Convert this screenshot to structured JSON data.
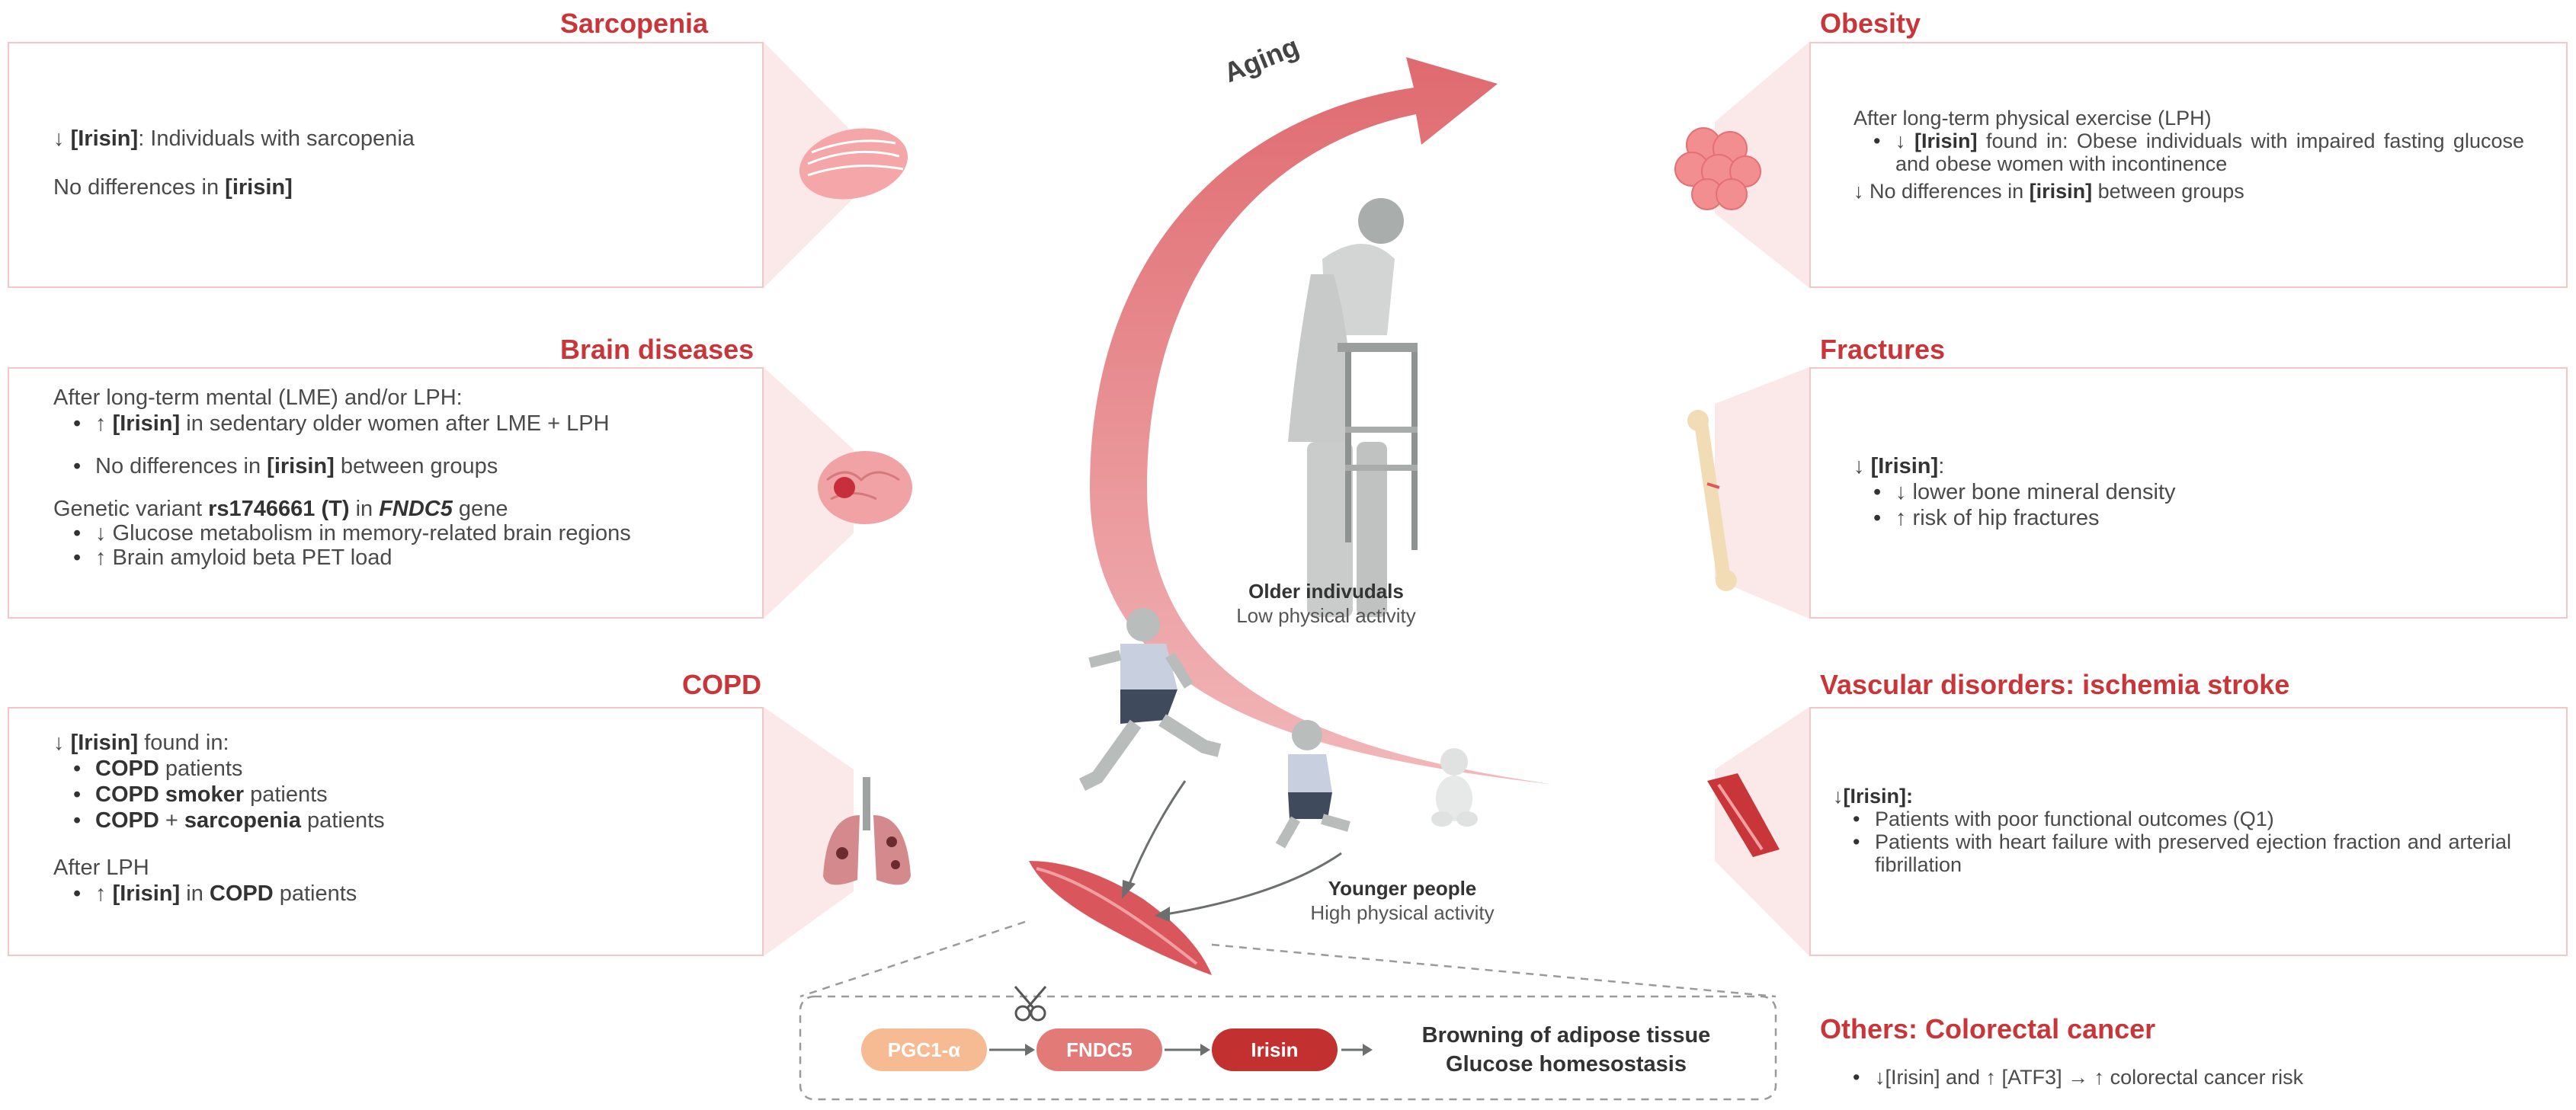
{
  "left": {
    "sarcopenia": {
      "title": "Sarcopenia",
      "lines": [
        "↓ ",
        "[Irisin]",
        ": Individuals with sarcopenia",
        "No differences in ",
        "[irisin]"
      ]
    },
    "brain": {
      "title": "Brain diseases",
      "intro": "After long-term mental (LME) and/or LPH:",
      "b1_pre": "↑ ",
      "b1_bold": "[Irisin]",
      "b1_post": " in sedentary older women after LME + LPH",
      "b2_pre": "No differences in ",
      "b2_bold": "[irisin]",
      "b2_post": " between groups",
      "gen_pre": "Genetic variant ",
      "gen_bold": "rs1746661 (T)",
      "gen_mid": " in ",
      "gen_italic": "FNDC5",
      "gen_post": " gene",
      "b3": "↓ Glucose metabolism in memory-related brain regions",
      "b4": "↑ Brain amyloid beta PET load"
    },
    "copd": {
      "title": "COPD",
      "intro_pre": "↓ ",
      "intro_bold": "[Irisin]",
      "intro_post": " found in:",
      "b1_bold": "COPD",
      "b1_post": " patients",
      "b2_bold": "COPD smoker",
      "b2_post": " patients",
      "b3_bold1": "COPD",
      "b3_mid": " + ",
      "b3_bold2": "sarcopenia",
      "b3_post": " patients",
      "after": "After LPH",
      "b4_pre": "↑ ",
      "b4_bold": "[Irisin]",
      "b4_mid": " in ",
      "b4_bold2": "COPD",
      "b4_post": " patients"
    }
  },
  "right": {
    "obesity": {
      "title": "Obesity",
      "intro": "After long-term physical exercise (LPH)",
      "b1_pre": "↓ ",
      "b1_bold": "[Irisin]",
      "b1_post": " found in: Obese individuals with impaired fasting glucose and obese women with incontinence",
      "b2_pre": "↓ No differences in ",
      "b2_bold": "[irisin]",
      "b2_post": " between groups"
    },
    "fractures": {
      "title": "Fractures",
      "intro_pre": "↓ ",
      "intro_bold": "[Irisin]",
      "intro_post": ":",
      "b1": "↓ lower bone mineral density",
      "b2": "↑ risk of hip fractures"
    },
    "vascular": {
      "title": "Vascular disorders: ischemia stroke",
      "intro_pre": "↓",
      "intro_bold": "[Irisin]:",
      "b1": "Patients with poor functional outcomes (Q1)",
      "b2": "Patients with heart failure with preserved ejection fraction and arterial fibrillation"
    },
    "others": {
      "title": "Others: Colorectal cancer",
      "line": "↓[Irisin] and ↑ [ATF3] → ↑ colorectal cancer risk"
    }
  },
  "center": {
    "aging": "Aging",
    "older_title": "Older indivudals",
    "older_sub": "Low physical activity",
    "younger_title": "Younger people",
    "younger_sub": "High physical activity",
    "pathway": {
      "pgc": "PGC1-α",
      "fndc5": "FNDC5",
      "irisin": "Irisin",
      "out1": "Browning of adipose tissue",
      "out2": "Glucose homesostasis"
    }
  },
  "colors": {
    "title_red": "#c9363a",
    "box_border": "#f3c6c8",
    "arrow": "#e07074",
    "pgc": "#f6bb93",
    "fndc5": "#e27b78",
    "irisin": "#c2302f"
  },
  "icons": [
    "muscle-tissue-icon",
    "brain-icon",
    "lungs-icon",
    "adipose-cells-icon",
    "bone-icon",
    "blood-vessel-icon",
    "elderly-walker-icon",
    "runner-icon",
    "child-runner-icon",
    "baby-icon",
    "muscle-icon",
    "scissors-icon"
  ]
}
